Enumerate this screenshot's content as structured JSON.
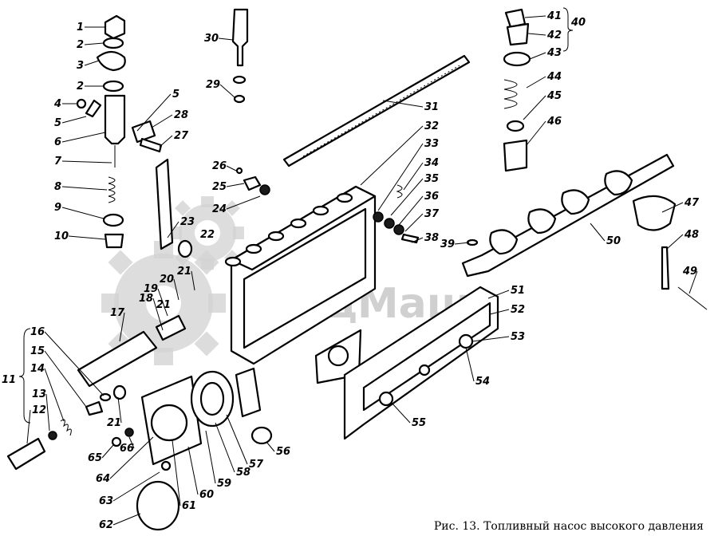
{
  "caption": "Рис. 13. Топливный насос высокого давления",
  "watermark": {
    "brand": "СпецМаш",
    "gear_numbers": [
      "22",
      "21"
    ]
  },
  "colors": {
    "ink": "#000000",
    "watermark": "#c8c8c8",
    "background": "#ffffff"
  },
  "callouts": [
    {
      "id": "1",
      "text": "1"
    },
    {
      "id": "2a",
      "text": "2"
    },
    {
      "id": "3",
      "text": "3"
    },
    {
      "id": "2b",
      "text": "2"
    },
    {
      "id": "4",
      "text": "4"
    },
    {
      "id": "5a",
      "text": "5"
    },
    {
      "id": "5b",
      "text": "5"
    },
    {
      "id": "6",
      "text": "6"
    },
    {
      "id": "7",
      "text": "7"
    },
    {
      "id": "8",
      "text": "8"
    },
    {
      "id": "9",
      "text": "9"
    },
    {
      "id": "10",
      "text": "10"
    },
    {
      "id": "11",
      "text": "11"
    },
    {
      "id": "12",
      "text": "12"
    },
    {
      "id": "13",
      "text": "13"
    },
    {
      "id": "14",
      "text": "14"
    },
    {
      "id": "15",
      "text": "15"
    },
    {
      "id": "16",
      "text": "16"
    },
    {
      "id": "17",
      "text": "17"
    },
    {
      "id": "18",
      "text": "18"
    },
    {
      "id": "19",
      "text": "19"
    },
    {
      "id": "20",
      "text": "20"
    },
    {
      "id": "21a",
      "text": "21"
    },
    {
      "id": "21b",
      "text": "21"
    },
    {
      "id": "23",
      "text": "23"
    },
    {
      "id": "24",
      "text": "24"
    },
    {
      "id": "25",
      "text": "25"
    },
    {
      "id": "26",
      "text": "26"
    },
    {
      "id": "27",
      "text": "27"
    },
    {
      "id": "28",
      "text": "28"
    },
    {
      "id": "29",
      "text": "29"
    },
    {
      "id": "30",
      "text": "30"
    },
    {
      "id": "31",
      "text": "31"
    },
    {
      "id": "32",
      "text": "32"
    },
    {
      "id": "33",
      "text": "33"
    },
    {
      "id": "34",
      "text": "34"
    },
    {
      "id": "35",
      "text": "35"
    },
    {
      "id": "36",
      "text": "36"
    },
    {
      "id": "37",
      "text": "37"
    },
    {
      "id": "38",
      "text": "38"
    },
    {
      "id": "39",
      "text": "39"
    },
    {
      "id": "40",
      "text": "40"
    },
    {
      "id": "41",
      "text": "41"
    },
    {
      "id": "42",
      "text": "42"
    },
    {
      "id": "43",
      "text": "43"
    },
    {
      "id": "44",
      "text": "44"
    },
    {
      "id": "45",
      "text": "45"
    },
    {
      "id": "46",
      "text": "46"
    },
    {
      "id": "47",
      "text": "47"
    },
    {
      "id": "48",
      "text": "48"
    },
    {
      "id": "49",
      "text": "49"
    },
    {
      "id": "50",
      "text": "50"
    },
    {
      "id": "51",
      "text": "51"
    },
    {
      "id": "52",
      "text": "52"
    },
    {
      "id": "53",
      "text": "53"
    },
    {
      "id": "54",
      "text": "54"
    },
    {
      "id": "55",
      "text": "55"
    },
    {
      "id": "56",
      "text": "56"
    },
    {
      "id": "57",
      "text": "57"
    },
    {
      "id": "58",
      "text": "58"
    },
    {
      "id": "59",
      "text": "59"
    },
    {
      "id": "60",
      "text": "60"
    },
    {
      "id": "61",
      "text": "61"
    },
    {
      "id": "62",
      "text": "62"
    },
    {
      "id": "63",
      "text": "63"
    },
    {
      "id": "64",
      "text": "64"
    },
    {
      "id": "65",
      "text": "65"
    },
    {
      "id": "66",
      "text": "66"
    }
  ]
}
